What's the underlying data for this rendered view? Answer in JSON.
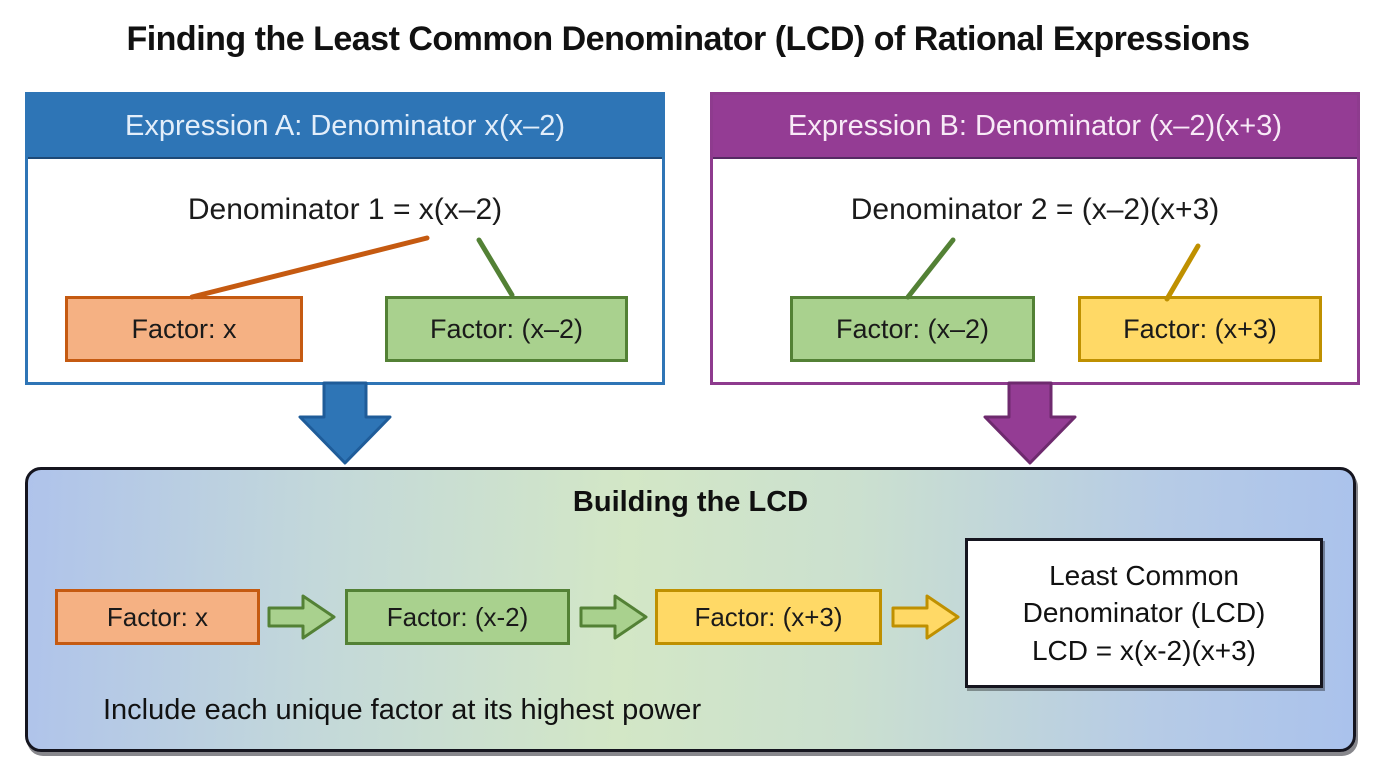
{
  "title": "Finding the Least Common Denominator (LCD) of Rational Expressions",
  "expression_a": {
    "header": "Expression A: Denominator x(x–2)",
    "denominator": "Denominator 1 = x(x–2)",
    "factors": [
      {
        "label": "Factor: x",
        "color_fill": "#f5b183",
        "color_border": "#c55a11"
      },
      {
        "label": "Factor: (x–2)",
        "color_fill": "#a9d18e",
        "color_border": "#538135"
      }
    ]
  },
  "expression_b": {
    "header": "Expression B: Denominator (x–2)(x+3)",
    "denominator": "Denominator 2 = (x–2)(x+3)",
    "factors": [
      {
        "label": "Factor: (x–2)",
        "color_fill": "#a9d18e",
        "color_border": "#538135"
      },
      {
        "label": "Factor: (x+3)",
        "color_fill": "#ffd966",
        "color_border": "#bf9000"
      }
    ]
  },
  "lcd_section": {
    "title": "Building the LCD",
    "chain": [
      "Factor: x",
      "Factor: (x-2)",
      "Factor: (x+3)"
    ],
    "result_lines": [
      "Least Common",
      "Denominator (LCD)",
      "LCD = x(x-2)(x+3)"
    ],
    "note": "Include each unique factor at its highest power"
  },
  "icons": {
    "flow_arrow": "arrow-right",
    "down_arrow_a": "arrow-down",
    "down_arrow_b": "arrow-down"
  },
  "colors": {
    "header_a_blue": "#2e75b6",
    "header_b_purple": "#943c94",
    "orange_fill": "#f5b183",
    "orange_border": "#c55a11",
    "green_fill": "#a9d18e",
    "green_border": "#538135",
    "yellow_fill": "#ffd966",
    "yellow_border": "#bf9000",
    "lcd_panel_blue": "#afc3eb",
    "lcd_panel_green": "#d3e7c6",
    "panel_border_dark": "#15151f"
  }
}
